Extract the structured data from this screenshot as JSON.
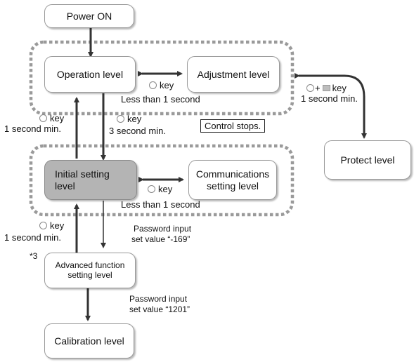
{
  "levels": {
    "power_on": "Power ON",
    "operation": "Operation level",
    "adjustment": "Adjustment level",
    "initial": "Initial setting level",
    "communications": "Communications setting level",
    "advanced": "Advanced function setting level",
    "calibration": "Calibration level",
    "protect": "Protect level"
  },
  "labels": {
    "key": "key",
    "less_1s": "Less than 1 second",
    "one_sec_min": "1 second min.",
    "three_sec_min": "3 second min.",
    "control_stops": "Control stops.",
    "plus": "+",
    "password_input": "Password input",
    "set_value_169": "set value “-169”",
    "set_value_1201": "set value “1201”",
    "note_3": "*3"
  },
  "colors": {
    "dotted_border": "#999999",
    "initial_fill": "#b4b4b4",
    "arrow": "#333333"
  }
}
